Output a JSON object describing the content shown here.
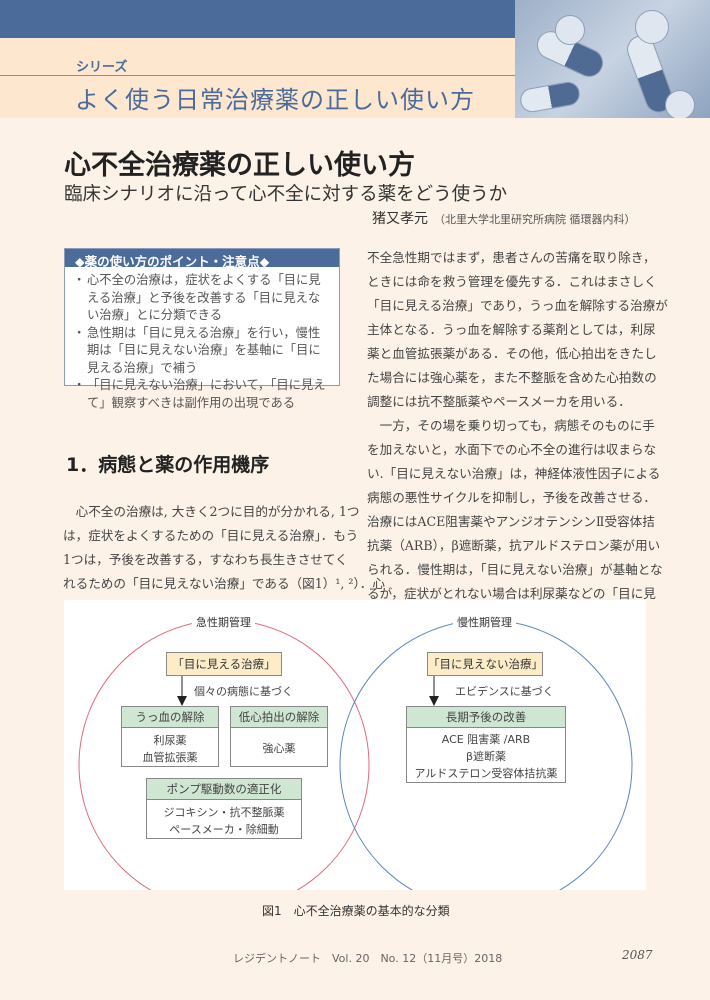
{
  "header": {
    "series_label": "シリーズ",
    "series_title": "よく使う日常治療薬の正しい使い方"
  },
  "article": {
    "title": "心不全治療薬の正しい使い方",
    "subtitle": "臨床シナリオに沿って心不全に対する薬をどう使うか",
    "author": "猪又孝元",
    "affiliation": "（北里大学北里研究所病院 循環器内科）"
  },
  "points": {
    "heading": "◆薬の使い方のポイント・注意点◆",
    "items": [
      "心不全の治療は，症状をよくする「目に見える治療」と予後を改善する「目に見えない治療」とに分類できる",
      "急性期は「目に見える治療」を行い，慢性期は「目に見えない治療」を基軸に「目に見える治療」で補う",
      "「目に見えない治療」において，「目に見えて」観察すべきは副作用の出現である"
    ]
  },
  "section1": {
    "heading": "1．病態と薬の作用機序",
    "lines": [
      "　心不全の治療は, 大きく2つに目的が分かれる, 1つ",
      "は，症状をよくするための「目に見える治療」．もう",
      "1つは，予後を改善する，すなわち長生きさせてく",
      "れるための「目に見えない治療」である（図1）¹, ²）．心"
    ]
  },
  "right_column": {
    "lines": [
      "不全急性期ではまず，患者さんの苦痛を取り除き，",
      "ときには命を救う管理を優先する．これはまさしく",
      "「目に見える治療」であり，うっ血を解除する治療が",
      "主体となる．うっ血を解除する薬剤としては，利尿",
      "薬と血管拡張薬がある．その他，低心拍出をきたし",
      "た場合には強心薬を，また不整脈を含めた心拍数の",
      "調整には抗不整脈薬やペースメーカを用いる．",
      "　一方，その場を乗り切っても，病態そのものに手",
      "を加えないと，水面下での心不全の進行は収まらな",
      "い.「目に見えない治療」は，神経体液性因子による",
      "病態の悪性サイクルを抑制し，予後を改善させる．",
      "治療にはACE阻害薬やアンジオテンシンⅡ受容体拮",
      "抗薬（ARB），β遮断薬，抗アルドステロン薬が用い",
      "られる．慢性期は，「目に見えない治療」が基軸とな",
      "るが，症状がとれない場合は利尿薬などの「目に見"
    ]
  },
  "figure": {
    "acute": {
      "label": "急性期管理",
      "top": "「目に見える治療」",
      "note": "個々の病態に基づく",
      "boxes": [
        {
          "title": "うっ血の解除",
          "body": [
            "利尿薬",
            "血管拡張薬"
          ]
        },
        {
          "title": "低心拍出の解除",
          "body": [
            "強心薬"
          ]
        },
        {
          "title": "ポンプ駆動数の適正化",
          "body": [
            "ジコキシン・抗不整脈薬",
            "ペースメーカ・除細動"
          ]
        }
      ]
    },
    "chronic": {
      "label": "慢性期管理",
      "top": "「目に見えない治療」",
      "note": "エビデンスに基づく",
      "boxes": [
        {
          "title": "長期予後の改善",
          "body": [
            "ACE 阻害薬 /ARB",
            "β遮断薬",
            "アルドステロン受容体拮抗薬"
          ]
        }
      ]
    },
    "caption": "図1　心不全治療薬の基本的な分類",
    "colors": {
      "acute": "#e8677a",
      "chronic": "#5b84c4"
    }
  },
  "footer": {
    "journal": "レジデントノート　Vol. 20　No. 12（11月号）2018",
    "page": "2087"
  }
}
